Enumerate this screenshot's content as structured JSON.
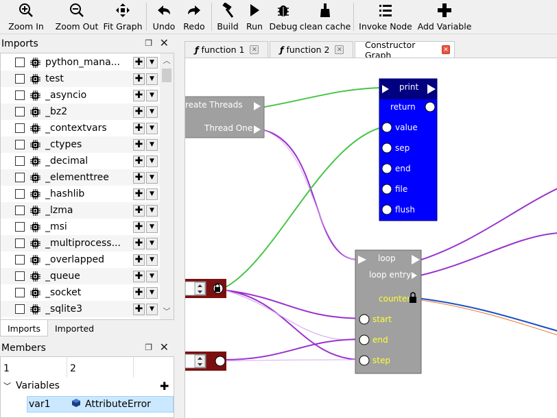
{
  "toolbar": {
    "zoom_in": "Zoom In",
    "zoom_out": "Zoom Out",
    "fit_graph": "Fit Graph",
    "undo": "Undo",
    "redo": "Redo",
    "build": "Build",
    "run": "Run",
    "debug": "Debug",
    "clean_cache": "clean cache",
    "invoke_node": "Invoke Node",
    "add_variable": "Add Variable"
  },
  "imports_panel": {
    "title": "Imports",
    "items": [
      "python_mana...",
      "test",
      "_asyncio",
      "_bz2",
      "_contextvars",
      "_ctypes",
      "_decimal",
      "_elementtree",
      "_hashlib",
      "_lzma",
      "_msi",
      "_multiprocess...",
      "_overlapped",
      "_queue",
      "_socket",
      "_sqlite3"
    ],
    "tabs": [
      "Imports",
      "Imported"
    ]
  },
  "members_panel": {
    "title": "Members",
    "col1": "1",
    "col2": "2",
    "variables_label": "Variables",
    "var_name": "var1",
    "var_type": "AttributeError"
  },
  "editor_tabs": [
    "function 1",
    "function 2",
    "Constructor Graph"
  ],
  "graph": {
    "thread_node": {
      "out1": "reate Threads",
      "out2": "Thread One"
    },
    "print_node": {
      "title": "print",
      "pins": [
        "return",
        "value",
        "sep",
        "end",
        "file",
        "flush"
      ]
    },
    "loop_node": {
      "title": "loop",
      "loop_entry": "loop entry",
      "counter": "counter",
      "pins": [
        "start",
        "end",
        "step"
      ]
    }
  },
  "colors": {
    "print_node": "#0000ff",
    "print_header": "#000080",
    "loop_node": "#a0a0a0",
    "thread_node": "#a0a0a0",
    "int_node": "#7a1010",
    "exec_wire": "#46c446",
    "int_wire": "#9932cc",
    "counter_wire": "#1c4fc4",
    "counter_wire2": "#e8752a",
    "pin_label": "#ffff33"
  }
}
